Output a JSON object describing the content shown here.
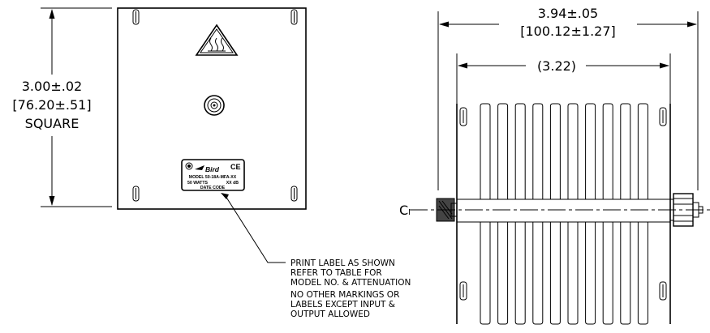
{
  "left_view": {
    "height_dim": "3.00±.02",
    "height_dim_metric": "[76.20±.51]",
    "height_dim_note": "SQUARE"
  },
  "label_plate": {
    "logo_text": "Bird",
    "ce_mark": "CE",
    "model_line": "MODEL 50-18A-MFA-XX",
    "power_line": "50 WATTS",
    "atten_line": "XX dB",
    "date_line": "DATE CODE"
  },
  "callout": {
    "lines": [
      "PRINT LABEL AS SHOWN",
      "REFER TO TABLE FOR",
      "MODEL NO. & ATTENUATION",
      "NO OTHER MARKINGS OR",
      "LABELS EXCEPT INPUT &",
      "OUTPUT ALLOWED"
    ]
  },
  "right_view": {
    "overall_dim": "3.94±.05",
    "overall_dim_metric": "[100.12±1.27]",
    "fin_dim": "(3.22)",
    "centerline_symbol": "Cₗ"
  },
  "icons": [
    "hot-surface-warning-icon",
    "rf-connector-icon",
    "ul-mark-icon",
    "ce-mark-icon",
    "bird-logo-icon"
  ]
}
